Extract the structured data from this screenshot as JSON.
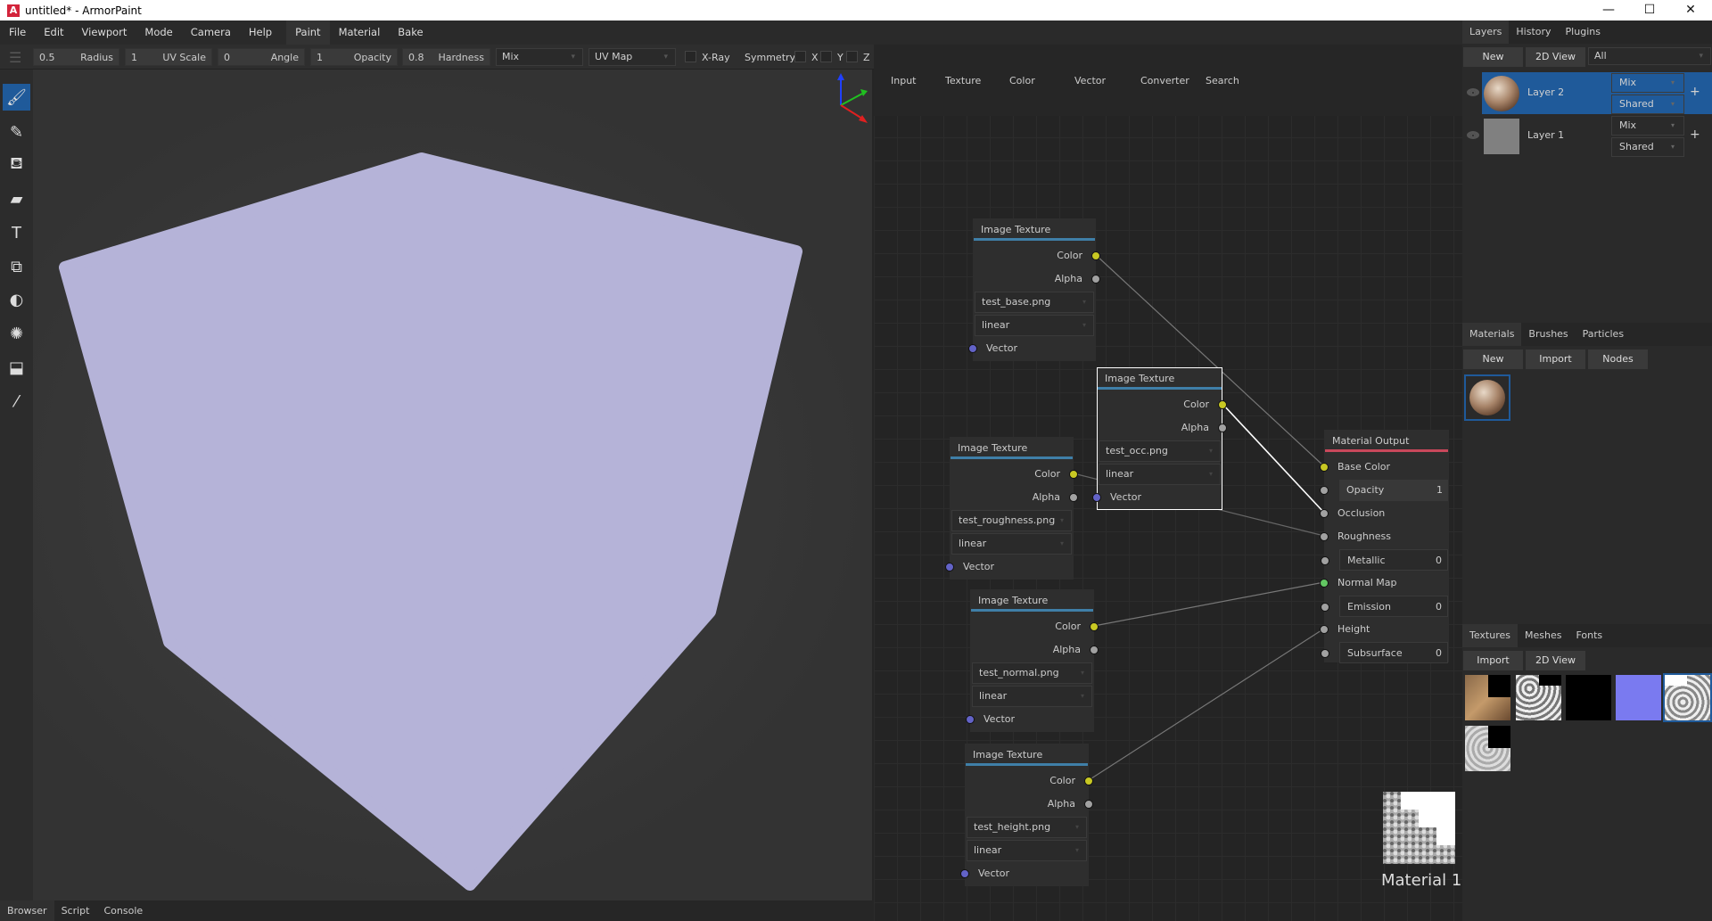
{
  "window": {
    "title": "untitled* - ArmorPaint",
    "logo": "A",
    "minimize": "—",
    "maximize": "☐",
    "close": "✕"
  },
  "menu": {
    "items": [
      "File",
      "Edit",
      "Viewport",
      "Mode",
      "Camera",
      "Help"
    ],
    "workspace_tabs": [
      "Paint",
      "Material",
      "Bake"
    ],
    "active_workspace": "Paint"
  },
  "toolbar": {
    "radius": {
      "value": "0.5",
      "label": "Radius"
    },
    "uv_scale": {
      "value": "1",
      "label": "UV Scale"
    },
    "angle": {
      "value": "0",
      "label": "Angle"
    },
    "opacity": {
      "value": "1",
      "label": "Opacity"
    },
    "hardness": {
      "value": "0.8",
      "label": "Hardness"
    },
    "blend": "Mix",
    "uv_map": "UV Map",
    "xray": "X-Ray",
    "symmetry": "Symmetry",
    "x": "X",
    "y": "Y",
    "z": "Z"
  },
  "tools": [
    "brush-icon",
    "eraser-icon",
    "fill-icon",
    "decal-icon",
    "text-icon",
    "clone-icon",
    "blur-icon",
    "particle-icon",
    "bake-icon",
    "picker-icon"
  ],
  "tool_glyphs": [
    "🖌",
    "✎",
    "⛾",
    "▰",
    "T",
    "⧉",
    "◐",
    "✺",
    "⬓",
    "⁄"
  ],
  "active_tool": 0,
  "viewport": {
    "mesh_color": "#b5b3d8"
  },
  "bottom_tabs": [
    "Browser",
    "Script",
    "Console"
  ],
  "node_editor": {
    "categories": [
      "Input",
      "Texture",
      "Color",
      "Vector",
      "Converter",
      "Search"
    ],
    "image_nodes": [
      {
        "title": "Image Texture",
        "outputs": [
          "Color",
          "Alpha"
        ],
        "file": "test_base.png",
        "interpolation": "linear",
        "input": "Vector"
      },
      {
        "title": "Image Texture",
        "outputs": [
          "Color",
          "Alpha"
        ],
        "file": "test_roughness.png",
        "interpolation": "linear",
        "input": "Vector"
      },
      {
        "title": "Image Texture",
        "outputs": [
          "Color",
          "Alpha"
        ],
        "file": "test_occ.png",
        "interpolation": "linear",
        "input": "Vector"
      },
      {
        "title": "Image Texture",
        "outputs": [
          "Color",
          "Alpha"
        ],
        "file": "test_normal.png",
        "interpolation": "linear",
        "input": "Vector"
      },
      {
        "title": "Image Texture",
        "outputs": [
          "Color",
          "Alpha"
        ],
        "file": "test_height.png",
        "interpolation": "linear",
        "input": "Vector"
      }
    ],
    "output_node": {
      "title": "Material Output",
      "inputs": [
        {
          "name": "Base Color",
          "value": null
        },
        {
          "name": "Opacity",
          "value": "1"
        },
        {
          "name": "Occlusion",
          "value": null
        },
        {
          "name": "Roughness",
          "value": null
        },
        {
          "name": "Metallic",
          "value": "0"
        },
        {
          "name": "Normal Map",
          "value": null
        },
        {
          "name": "Emission",
          "value": "0"
        },
        {
          "name": "Height",
          "value": null
        },
        {
          "name": "Subsurface",
          "value": "0"
        }
      ]
    },
    "preview_label": "Material 1",
    "socket_colors": {
      "color": "#c8c823",
      "float": "#a1a1a1",
      "vector": "#6363c7",
      "normal": "#63c763"
    },
    "header_colors": {
      "texture": "#3f7fa8",
      "output": "#c9485b"
    }
  },
  "layers_panel": {
    "tabs": [
      "Layers",
      "History",
      "Plugins"
    ],
    "buttons": {
      "new": "New",
      "view2d": "2D View",
      "filter": "All"
    },
    "layers": [
      {
        "name": "Layer 2",
        "blend": "Mix",
        "mode": "Shared",
        "selected": true
      },
      {
        "name": "Layer 1",
        "blend": "Mix",
        "mode": "Shared",
        "selected": false
      }
    ],
    "plus": "+",
    "accent": "#1f5a9a"
  },
  "materials_panel": {
    "tabs": [
      "Materials",
      "Brushes",
      "Particles"
    ],
    "buttons": [
      "New",
      "Import",
      "Nodes"
    ]
  },
  "textures_panel": {
    "tabs": [
      "Textures",
      "Meshes",
      "Fonts"
    ],
    "buttons": [
      "Import",
      "2D View"
    ],
    "count": 6
  }
}
